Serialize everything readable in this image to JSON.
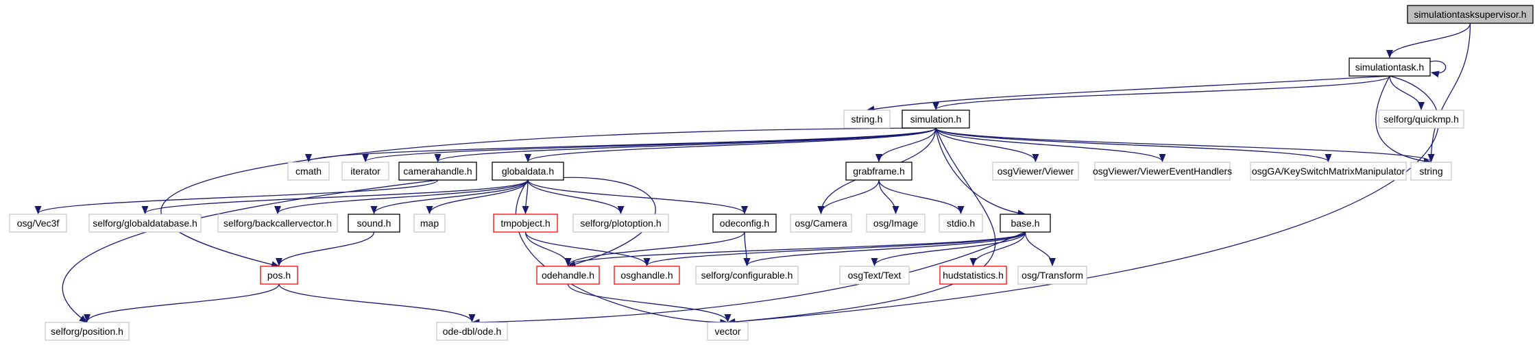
{
  "colors": {
    "edge": "#191970",
    "root_fill": "#bfbfbf",
    "documented_border": "#000000",
    "undocumented_border": "#bfbfbf",
    "incomplete_border": "#ff0000"
  },
  "nodes": {
    "simulationtasksupervisor_h": {
      "label": "simulationtasksupervisor.h",
      "kind": "root"
    },
    "simulationtask_h": {
      "label": "simulationtask.h",
      "kind": "documented"
    },
    "string_h": {
      "label": "string.h",
      "kind": "external"
    },
    "simulation_h": {
      "label": "simulation.h",
      "kind": "documented"
    },
    "selforg_quickmp_h": {
      "label": "selforg/quickmp.h",
      "kind": "external"
    },
    "string": {
      "label": "string",
      "kind": "external"
    },
    "cmath": {
      "label": "cmath",
      "kind": "external"
    },
    "iterator": {
      "label": "iterator",
      "kind": "external"
    },
    "camerahandle_h": {
      "label": "camerahandle.h",
      "kind": "documented"
    },
    "globaldata_h": {
      "label": "globaldata.h",
      "kind": "documented"
    },
    "grabframe_h": {
      "label": "grabframe.h",
      "kind": "documented"
    },
    "osgViewer_Viewer": {
      "label": "osgViewer/Viewer",
      "kind": "external"
    },
    "osgViewer_ViewerEventHandlers": {
      "label": "osgViewer/ViewerEventHandlers",
      "kind": "external"
    },
    "osgGA_KeySwitchMatrixManipulator": {
      "label": "osgGA/KeySwitchMatrixManipulator",
      "kind": "external"
    },
    "osg_Vec3f": {
      "label": "osg/Vec3f",
      "kind": "external"
    },
    "selforg_globaldatabase_h": {
      "label": "selforg/globaldatabase.h",
      "kind": "external"
    },
    "selforg_backcallervector_h": {
      "label": "selforg/backcallervector.h",
      "kind": "external"
    },
    "sound_h": {
      "label": "sound.h",
      "kind": "documented"
    },
    "map": {
      "label": "map",
      "kind": "external"
    },
    "tmpobject_h": {
      "label": "tmpobject.h",
      "kind": "incomplete"
    },
    "selforg_plotoption_h": {
      "label": "selforg/plotoption.h",
      "kind": "external"
    },
    "odeconfig_h": {
      "label": "odeconfig.h",
      "kind": "documented"
    },
    "osg_Camera": {
      "label": "osg/Camera",
      "kind": "external"
    },
    "osg_Image": {
      "label": "osg/Image",
      "kind": "external"
    },
    "stdio_h": {
      "label": "stdio.h",
      "kind": "external"
    },
    "base_h": {
      "label": "base.h",
      "kind": "documented"
    },
    "pos_h": {
      "label": "pos.h",
      "kind": "incomplete"
    },
    "odehandle_h": {
      "label": "odehandle.h",
      "kind": "incomplete"
    },
    "osghandle_h": {
      "label": "osghandle.h",
      "kind": "incomplete"
    },
    "selforg_configurable_h": {
      "label": "selforg/configurable.h",
      "kind": "external"
    },
    "osgText_Text": {
      "label": "osgText/Text",
      "kind": "external"
    },
    "hudstatistics_h": {
      "label": "hudstatistics.h",
      "kind": "incomplete"
    },
    "osg_Transform": {
      "label": "osg/Transform",
      "kind": "external"
    },
    "selforg_position_h": {
      "label": "selforg/position.h",
      "kind": "external"
    },
    "ode_dbl_ode_h": {
      "label": "ode-dbl/ode.h",
      "kind": "external"
    },
    "vector": {
      "label": "vector",
      "kind": "external"
    }
  },
  "edges": [
    [
      "simulationtasksupervisor_h",
      "simulationtask_h"
    ],
    [
      "simulationtasksupervisor_h",
      "string"
    ],
    [
      "simulationtask_h",
      "simulationtask_h"
    ],
    [
      "simulationtask_h",
      "string_h"
    ],
    [
      "simulationtask_h",
      "simulation_h"
    ],
    [
      "simulationtask_h",
      "selforg_quickmp_h"
    ],
    [
      "simulationtask_h",
      "string"
    ],
    [
      "simulationtask_h",
      "vector"
    ],
    [
      "simulation_h",
      "cmath"
    ],
    [
      "simulation_h",
      "iterator"
    ],
    [
      "simulation_h",
      "camerahandle_h"
    ],
    [
      "simulation_h",
      "globaldata_h"
    ],
    [
      "simulation_h",
      "osg_Camera"
    ],
    [
      "simulation_h",
      "grabframe_h"
    ],
    [
      "simulation_h",
      "base_h"
    ],
    [
      "simulation_h",
      "vector"
    ],
    [
      "simulation_h",
      "osgViewer_Viewer"
    ],
    [
      "simulation_h",
      "osgViewer_ViewerEventHandlers"
    ],
    [
      "simulation_h",
      "osgGA_KeySwitchMatrixManipulator"
    ],
    [
      "simulation_h",
      "string"
    ],
    [
      "simulation_h",
      "pos_h"
    ],
    [
      "camerahandle_h",
      "osg_Vec3f"
    ],
    [
      "camerahandle_h",
      "selforg_position_h"
    ],
    [
      "globaldata_h",
      "selforg_globaldatabase_h"
    ],
    [
      "globaldata_h",
      "selforg_backcallervector_h"
    ],
    [
      "globaldata_h",
      "sound_h"
    ],
    [
      "globaldata_h",
      "map"
    ],
    [
      "globaldata_h",
      "tmpobject_h"
    ],
    [
      "globaldata_h",
      "selforg_plotoption_h"
    ],
    [
      "globaldata_h",
      "odeconfig_h"
    ],
    [
      "globaldata_h",
      "odehandle_h"
    ],
    [
      "globaldata_h",
      "vector"
    ],
    [
      "grabframe_h",
      "osg_Camera"
    ],
    [
      "grabframe_h",
      "osg_Image"
    ],
    [
      "grabframe_h",
      "stdio_h"
    ],
    [
      "sound_h",
      "pos_h"
    ],
    [
      "tmpobject_h",
      "odehandle_h"
    ],
    [
      "tmpobject_h",
      "osghandle_h"
    ],
    [
      "odeconfig_h",
      "odehandle_h"
    ],
    [
      "odeconfig_h",
      "selforg_configurable_h"
    ],
    [
      "base_h",
      "odehandle_h"
    ],
    [
      "base_h",
      "osghandle_h"
    ],
    [
      "base_h",
      "selforg_configurable_h"
    ],
    [
      "base_h",
      "osgText_Text"
    ],
    [
      "base_h",
      "hudstatistics_h"
    ],
    [
      "base_h",
      "osg_Transform"
    ],
    [
      "base_h",
      "ode_dbl_ode_h"
    ],
    [
      "pos_h",
      "selforg_position_h"
    ],
    [
      "pos_h",
      "ode_dbl_ode_h"
    ],
    [
      "odehandle_h",
      "vector"
    ]
  ]
}
